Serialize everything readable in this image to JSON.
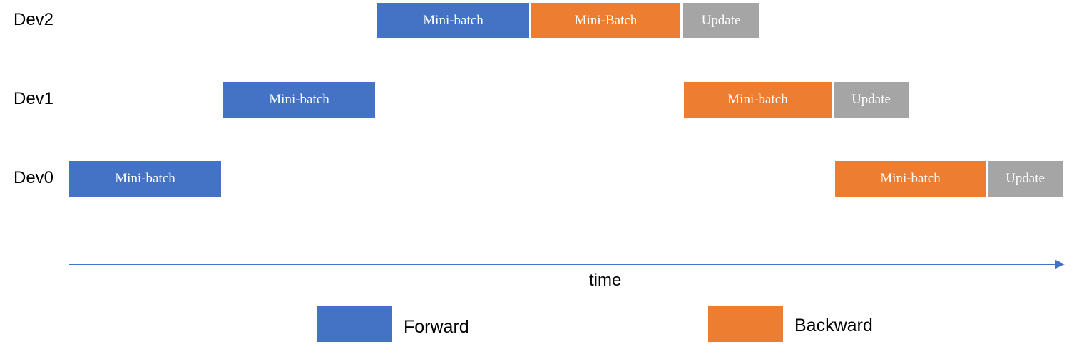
{
  "rows": {
    "dev2": {
      "label": "Dev2",
      "blocks": [
        {
          "kind": "forward",
          "label": "Mini-batch"
        },
        {
          "kind": "backward",
          "label": "Mini-Batch"
        },
        {
          "kind": "update",
          "label": "Update"
        }
      ]
    },
    "dev1": {
      "label": "Dev1",
      "blocks": [
        {
          "kind": "forward",
          "label": "Mini-batch"
        },
        {
          "kind": "backward",
          "label": "Mini-batch"
        },
        {
          "kind": "update",
          "label": "Update"
        }
      ]
    },
    "dev0": {
      "label": "Dev0",
      "blocks": [
        {
          "kind": "forward",
          "label": "Mini-batch"
        },
        {
          "kind": "backward",
          "label": "Mini-batch"
        },
        {
          "kind": "update",
          "label": "Update"
        }
      ]
    }
  },
  "axis": {
    "label": "time"
  },
  "legend": {
    "forward": {
      "label": "Forward",
      "color": "#4472C4"
    },
    "backward": {
      "label": "Backward",
      "color": "#ED7D31"
    }
  },
  "colors": {
    "forward": "#4472C4",
    "backward": "#ED7D31",
    "update": "#A5A5A5",
    "axis": "#4472C4"
  }
}
